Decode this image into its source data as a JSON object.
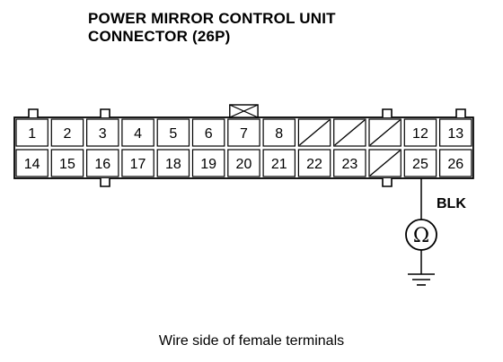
{
  "title_line1": "POWER MIRROR CONTROL UNIT",
  "title_line2": "CONNECTOR (26P)",
  "connector": {
    "row1": [
      "1",
      "2",
      "3",
      "4",
      "5",
      "6",
      "7",
      "8",
      "",
      "",
      "",
      "12",
      "13"
    ],
    "row2": [
      "14",
      "15",
      "16",
      "17",
      "18",
      "19",
      "20",
      "21",
      "22",
      "23",
      "",
      "25",
      "26"
    ],
    "blank_cells": [
      [
        0,
        8
      ],
      [
        0,
        9
      ],
      [
        0,
        10
      ],
      [
        1,
        10
      ]
    ]
  },
  "wire_color": "BLK",
  "ohmmeter_symbol": "Ω",
  "caption": "Wire side of female terminals"
}
